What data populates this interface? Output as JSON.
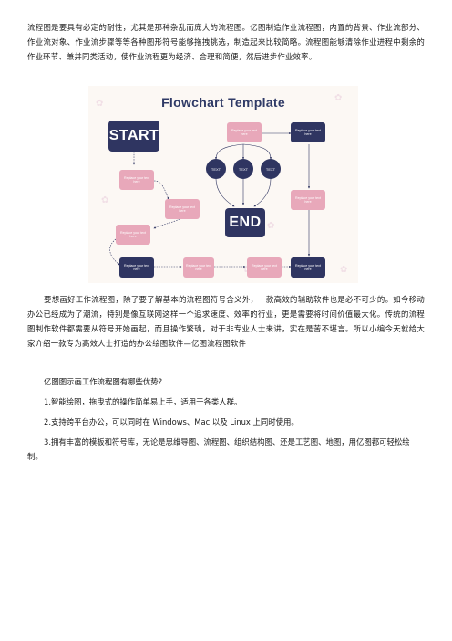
{
  "intro_paragraph": "流程图是要具有必定的耐性，尤其是那种杂乱而庞大的流程图。亿图制造作业流程图，内置的背景、作业流部分、作业流对象、作业流步骤等等各种图形符号能够拖拽挑选，制造起来比较简略。流程图能够清除作业进程中剩余的作业环节、兼并同类活动，使作业流程更为经济、合理和简便，然后进步作业效率。",
  "figure": {
    "title": "Flowchart Template",
    "start_label": "START",
    "end_label": "END",
    "placeholder": "Replace your text here",
    "circle_label": "TEXT",
    "flower_glyph": "✿"
  },
  "body_paragraph": "要想画好工作流程图，除了要了解基本的流程图符号含义外，一款高效的辅助软件也是必不可少的。如今移动办公已经成为了潮流，特别是像互联网这样一个追求速度、效率的行业，更是需要将时间价值最大化。传统的流程图制作软件都需要从符号开始画起，而且操作繁琐，对于非专业人士来讲，实在是苦不堪言。所以小编今天就给大家介绍一款专为高效人士打造的办公绘图软件—亿图流程图软件",
  "question": "亿图图示画工作流程图有哪些优势?",
  "advantages": [
    "1.智能绘图，拖曳式的操作简单易上手，适用于各类人群。",
    "2.支持跨平台办公，可以同时在 Windows、Mac 以及 Linux 上同时使用。",
    "3.拥有丰富的模板和符号库，无论是思维导图、流程图、组织结构图、还是工艺图、地图，用亿图都可轻松绘制。"
  ],
  "colors": {
    "dark_box": "#2f3561",
    "pink_box": "#e8a8ba",
    "title": "#2f3a66",
    "figure_bg": "#fcf8f4"
  }
}
